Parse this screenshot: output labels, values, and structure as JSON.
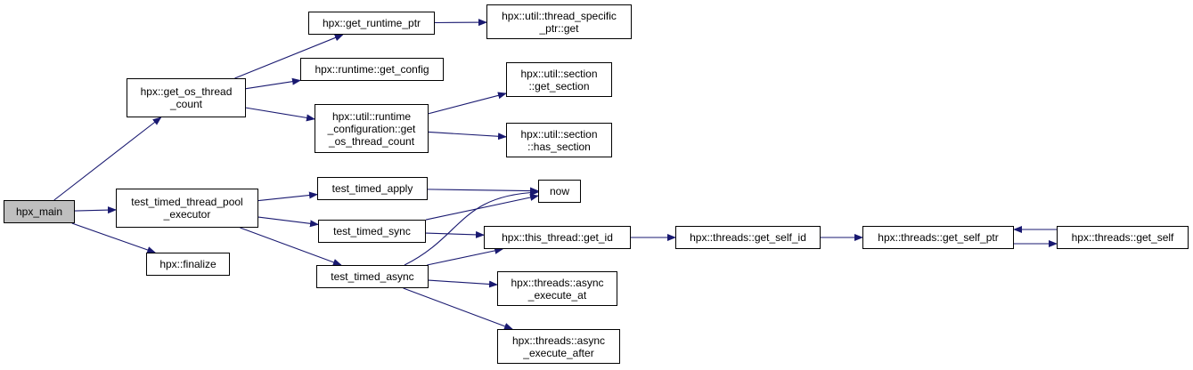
{
  "diagram": {
    "edge_color": "#191970",
    "nodes": [
      {
        "id": "hpx_main",
        "label": "hpx_main",
        "root": true
      },
      {
        "id": "get_os_thread_count",
        "label": "hpx::get_os_thread\n_count"
      },
      {
        "id": "test_timed_tpe",
        "label": "test_timed_thread_pool\n_executor"
      },
      {
        "id": "finalize",
        "label": "hpx::finalize"
      },
      {
        "id": "get_runtime_ptr",
        "label": "hpx::get_runtime_ptr"
      },
      {
        "id": "runtime_get_config",
        "label": "hpx::runtime::get_config"
      },
      {
        "id": "rc_get_os_thread_count",
        "label": "hpx::util::runtime\n_configuration::get\n_os_thread_count"
      },
      {
        "id": "thread_specific_ptr_get",
        "label": "hpx::util::thread_specific\n_ptr::get"
      },
      {
        "id": "section_get_section",
        "label": "hpx::util::section\n::get_section"
      },
      {
        "id": "section_has_section",
        "label": "hpx::util::section\n::has_section"
      },
      {
        "id": "test_timed_apply",
        "label": "test_timed_apply"
      },
      {
        "id": "test_timed_sync",
        "label": "test_timed_sync"
      },
      {
        "id": "test_timed_async",
        "label": "test_timed_async"
      },
      {
        "id": "now",
        "label": "now"
      },
      {
        "id": "this_thread_get_id",
        "label": "hpx::this_thread::get_id"
      },
      {
        "id": "async_execute_at",
        "label": "hpx::threads::async\n_execute_at"
      },
      {
        "id": "async_execute_after",
        "label": "hpx::threads::async\n_execute_after"
      },
      {
        "id": "get_self_id",
        "label": "hpx::threads::get_self_id"
      },
      {
        "id": "get_self_ptr",
        "label": "hpx::threads::get_self_ptr"
      },
      {
        "id": "get_self",
        "label": "hpx::threads::get_self"
      }
    ],
    "edges": [
      {
        "from": "hpx_main",
        "to": "get_os_thread_count"
      },
      {
        "from": "hpx_main",
        "to": "test_timed_tpe"
      },
      {
        "from": "hpx_main",
        "to": "finalize"
      },
      {
        "from": "get_os_thread_count",
        "to": "get_runtime_ptr"
      },
      {
        "from": "get_os_thread_count",
        "to": "runtime_get_config"
      },
      {
        "from": "get_os_thread_count",
        "to": "rc_get_os_thread_count"
      },
      {
        "from": "get_runtime_ptr",
        "to": "thread_specific_ptr_get"
      },
      {
        "from": "rc_get_os_thread_count",
        "to": "section_get_section"
      },
      {
        "from": "rc_get_os_thread_count",
        "to": "section_has_section"
      },
      {
        "from": "test_timed_tpe",
        "to": "test_timed_apply"
      },
      {
        "from": "test_timed_tpe",
        "to": "test_timed_sync"
      },
      {
        "from": "test_timed_tpe",
        "to": "test_timed_async"
      },
      {
        "from": "test_timed_apply",
        "to": "now"
      },
      {
        "from": "test_timed_sync",
        "to": "now"
      },
      {
        "from": "test_timed_sync",
        "to": "this_thread_get_id"
      },
      {
        "from": "test_timed_async",
        "to": "now"
      },
      {
        "from": "test_timed_async",
        "to": "this_thread_get_id"
      },
      {
        "from": "test_timed_async",
        "to": "async_execute_at"
      },
      {
        "from": "test_timed_async",
        "to": "async_execute_after"
      },
      {
        "from": "this_thread_get_id",
        "to": "get_self_id"
      },
      {
        "from": "get_self_id",
        "to": "get_self_ptr"
      },
      {
        "from": "get_self_ptr",
        "to": "get_self"
      },
      {
        "from": "get_self",
        "to": "get_self_ptr"
      }
    ]
  }
}
